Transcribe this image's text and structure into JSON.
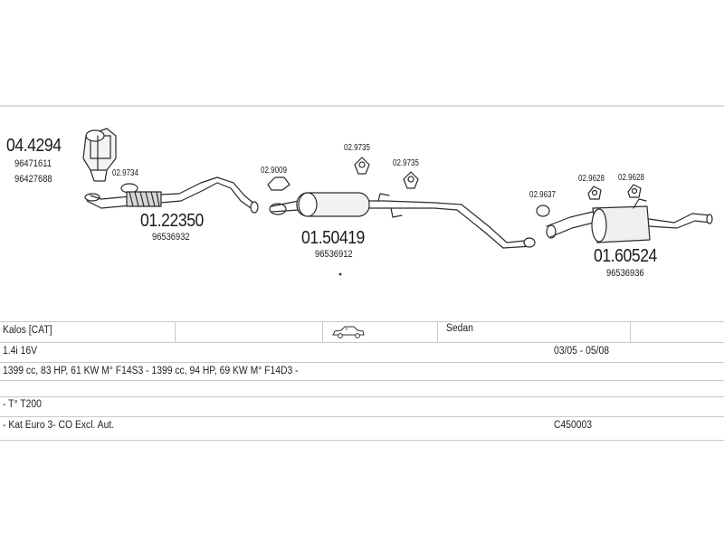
{
  "parts": [
    {
      "code": "04.4294",
      "refs": [
        "96471611",
        "96427688"
      ]
    },
    {
      "code": "01.22350",
      "refs": [
        "96536932"
      ]
    },
    {
      "code": "01.50419",
      "refs": [
        "96536912"
      ]
    },
    {
      "code": "01.60524",
      "refs": [
        "96536936"
      ]
    }
  ],
  "small_parts": [
    "02.9734",
    "02.9009",
    "02.9735",
    "02.9735",
    "02.9637",
    "02.9628",
    "02.9628"
  ],
  "table": {
    "model": "Kalos  [CAT]",
    "body_type": "Sedan",
    "engine": "1.4i  16V",
    "period": "03/05 - 05/08",
    "specs": "1399 cc, 83 HP, 61 KW M° F14S3 -  1399 cc, 94 HP, 69 KW M° F14D3 -",
    "type": "-  T° T200",
    "notes": "-  Kat Euro 3- CO Excl. Aut.",
    "code": "C450003"
  }
}
